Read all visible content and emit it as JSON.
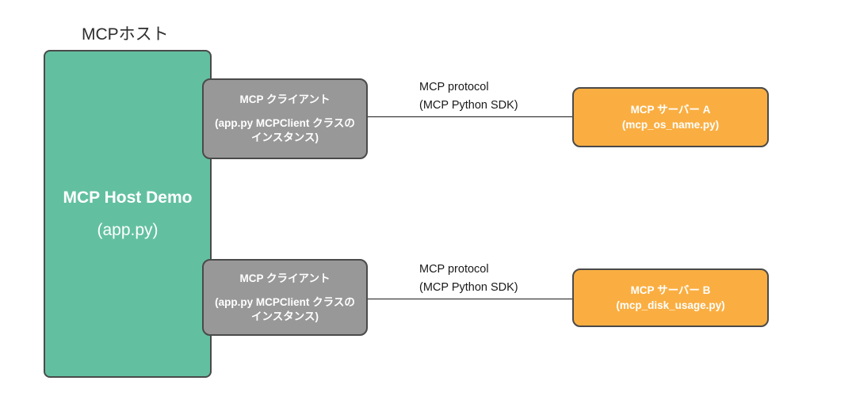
{
  "diagram": {
    "host_group_label": "MCPホスト",
    "host": {
      "title": "MCP Host Demo",
      "subtitle": "(app.py)"
    },
    "clients": [
      {
        "title": "MCP クライアント",
        "subtitle_lines": [
          "(app.py MCPClient クラスの",
          "インスタンス)"
        ]
      },
      {
        "title": "MCP クライアント",
        "subtitle_lines": [
          "(app.py MCPClient クラスの",
          "インスタンス)"
        ]
      }
    ],
    "servers": [
      {
        "title": "MCP サーバー A",
        "subtitle": "(mcp_os_name.py)"
      },
      {
        "title": "MCP サーバー B",
        "subtitle": "(mcp_disk_usage.py)"
      }
    ],
    "connections": [
      {
        "lines": [
          "MCP protocol",
          "(MCP Python SDK)"
        ]
      },
      {
        "lines": [
          "MCP protocol",
          "(MCP Python SDK)"
        ]
      }
    ],
    "colors": {
      "host_fill": "#62C0A0",
      "client_fill": "#989898",
      "server_fill": "#FAAE41",
      "border": "#4a4a4a",
      "line": "#1a1a1a",
      "text_on_fill": "#ffffff"
    }
  }
}
